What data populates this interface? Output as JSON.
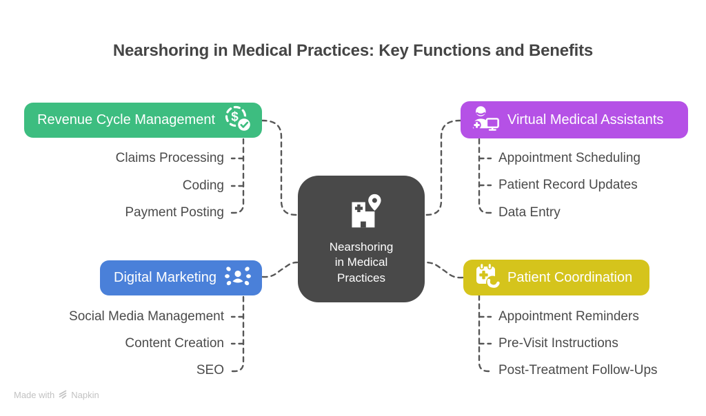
{
  "title": "Nearshoring in Medical Practices: Key Functions and Benefits",
  "center": {
    "icon": "hospital-location-icon",
    "line1": "Nearshoring",
    "line2": "in Medical",
    "line3": "Practices"
  },
  "branches": [
    {
      "id": "revenue-cycle-management",
      "label": "Revenue Cycle Management",
      "color": "#3dbd80",
      "icon": "dollar-check-icon",
      "icon_side": "right",
      "items": [
        "Claims Processing",
        "Coding",
        "Payment Posting"
      ]
    },
    {
      "id": "virtual-medical-assistants",
      "label": "Virtual Medical Assistants",
      "color": "#b551e6",
      "icon": "medical-assistant-computer-icon",
      "icon_side": "left",
      "items": [
        "Appointment Scheduling",
        "Patient Record Updates",
        "Data Entry"
      ]
    },
    {
      "id": "digital-marketing",
      "label": "Digital Marketing",
      "color": "#4a80d9",
      "icon": "social-network-icon",
      "icon_side": "right",
      "items": [
        "Social Media Management",
        "Content Creation",
        "SEO"
      ]
    },
    {
      "id": "patient-coordination",
      "label": "Patient Coordination",
      "color": "#d5c41c",
      "icon": "calendar-phone-icon",
      "icon_side": "left",
      "items": [
        "Appointment Reminders",
        "Pre-Visit Instructions",
        "Post-Treatment Follow-Ups"
      ]
    }
  ],
  "watermark": {
    "prefix": "Made with",
    "brand": "Napkin"
  },
  "colors": {
    "center_node": "#494949",
    "revenue": "#3dbd80",
    "vma": "#b551e6",
    "marketing": "#4a80d9",
    "coordination": "#d5c41c",
    "connector": "#565656",
    "title_text": "#454545",
    "item_text": "#4a4a4a",
    "watermark_text": "#c2c2c2",
    "background": "#ffffff"
  }
}
